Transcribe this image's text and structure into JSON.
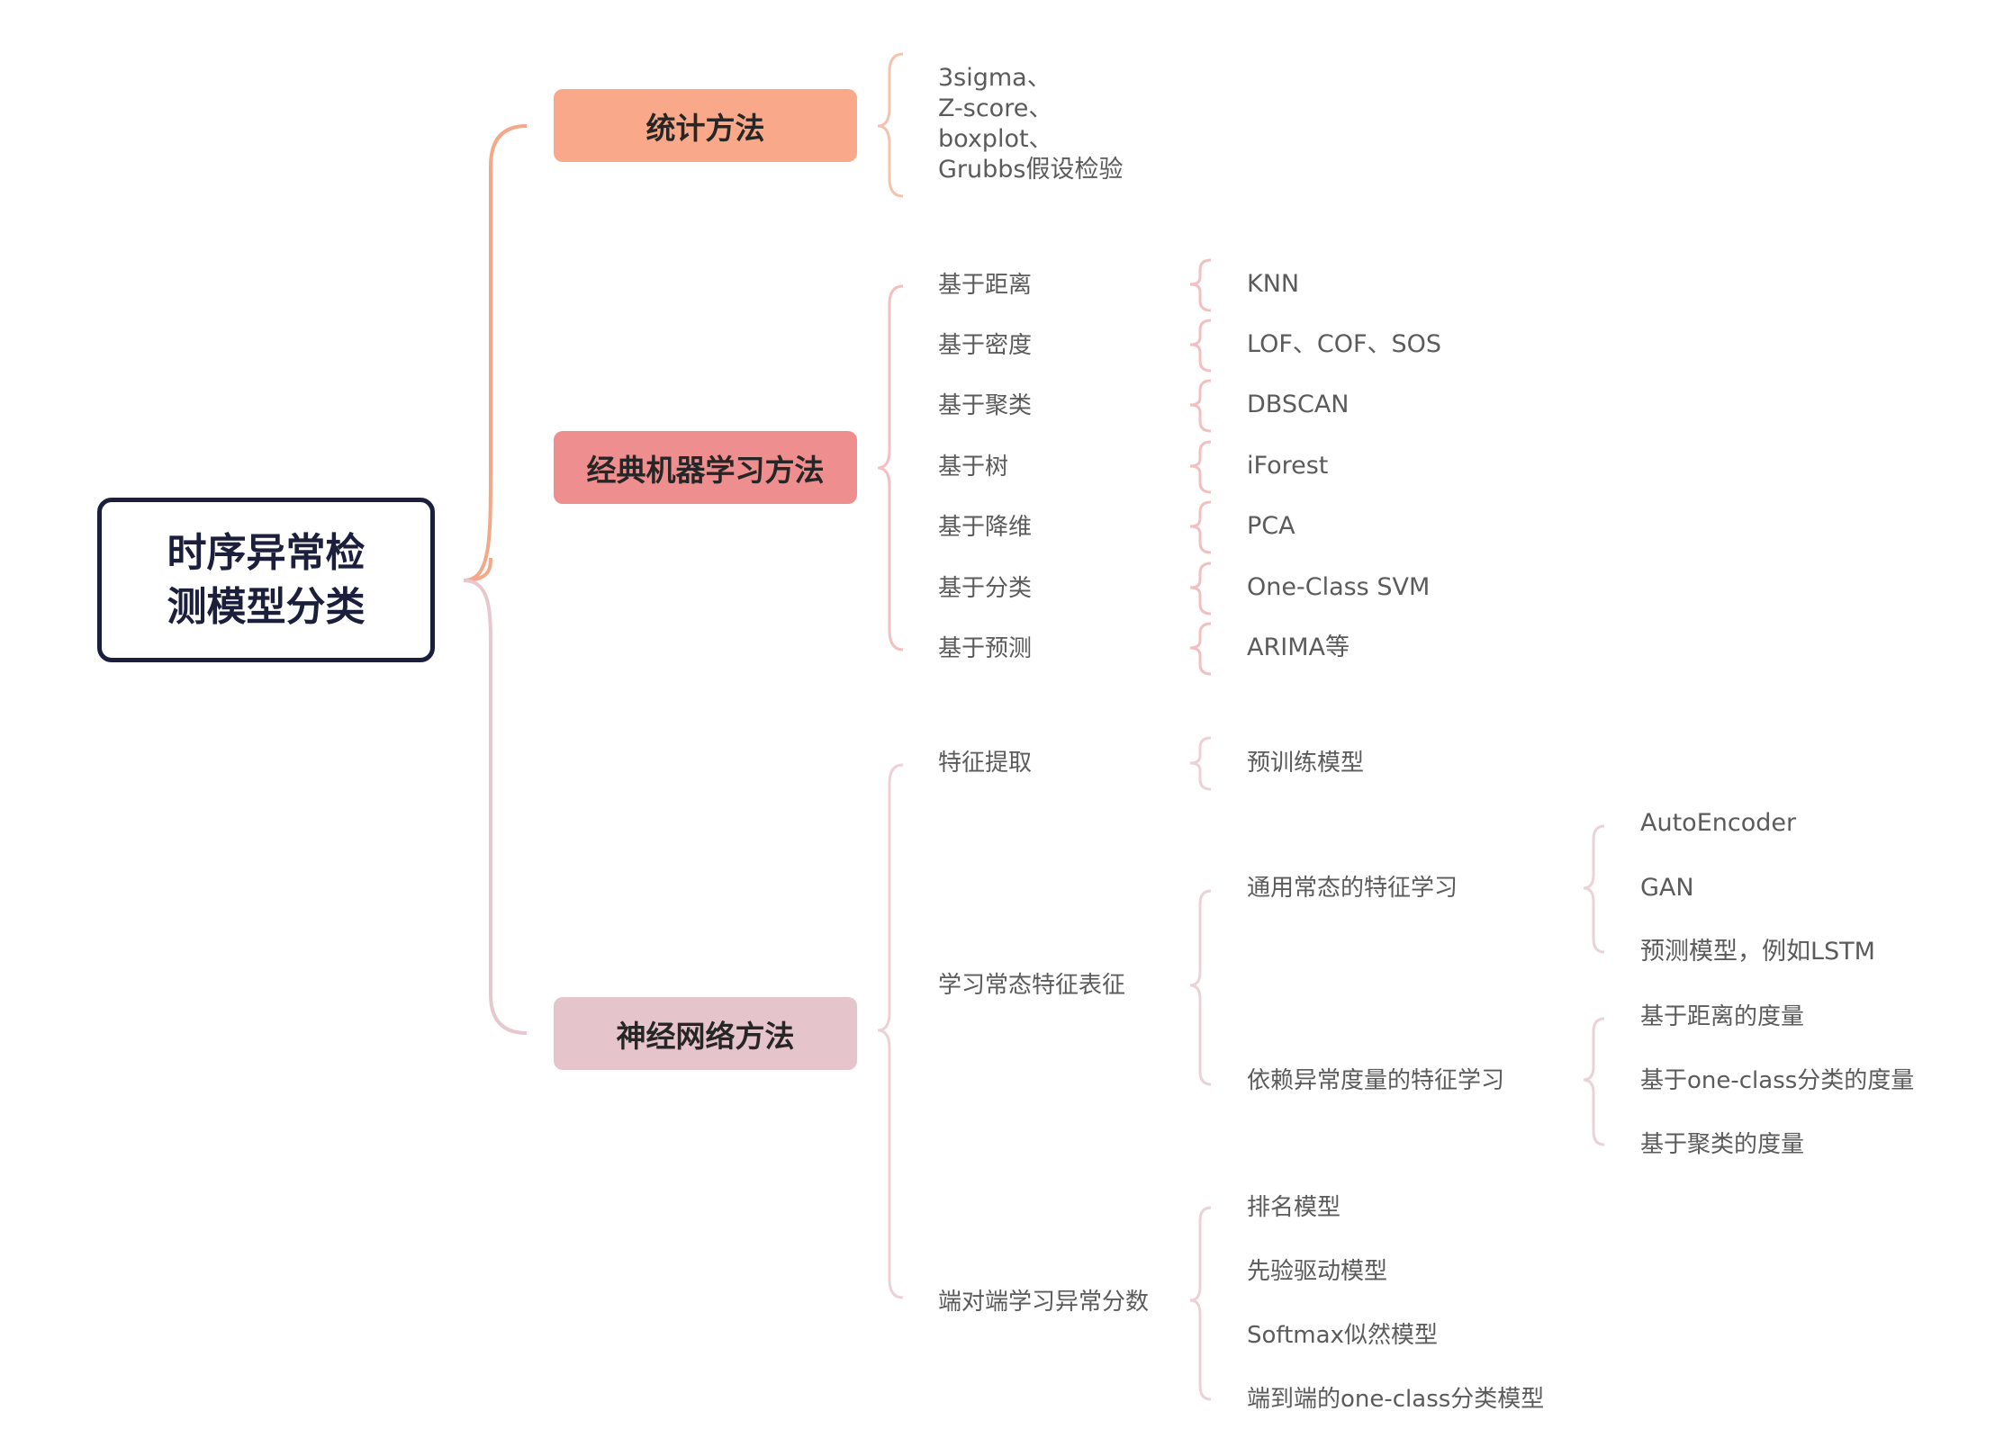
{
  "root": {
    "title_line1": "时序异常检",
    "title_line2": "测模型分类"
  },
  "categories": {
    "stat": {
      "label": "统计方法",
      "color": "#f9a98a",
      "branch_color": "#f4a889",
      "items": [
        "3sigma、",
        "Z-score、",
        "boxplot、",
        "Grubbs假设检验"
      ]
    },
    "ml": {
      "label": "经典机器学习方法",
      "color": "#ee8e8e",
      "branch_color": "#f2b8b8",
      "groups": [
        {
          "name": "基于距离",
          "method": "KNN"
        },
        {
          "name": "基于密度",
          "method": "LOF、COF、SOS"
        },
        {
          "name": "基于聚类",
          "method": "DBSCAN"
        },
        {
          "name": "基于树",
          "method": "iForest"
        },
        {
          "name": "基于降维",
          "method": "PCA"
        },
        {
          "name": "基于分类",
          "method": "One-Class SVM"
        },
        {
          "name": "基于预测",
          "method": "ARIMA等"
        }
      ]
    },
    "nn": {
      "label": "神经网络方法",
      "color": "#e6c4cb",
      "branch_color": "#e8c8cf",
      "feature": {
        "name": "特征提取",
        "child": "预训练模型"
      },
      "normal": {
        "name": "学习常态特征表征",
        "general": {
          "name": "通用常态的特征学习",
          "items": [
            "AutoEncoder",
            "GAN",
            "预测模型，例如LSTM"
          ]
        },
        "dependent": {
          "name": "依赖异常度量的特征学习",
          "items": [
            "基于距离的度量",
            "基于one-class分类的度量",
            "基于聚类的度量"
          ]
        }
      },
      "e2e": {
        "name": "端对端学习异常分数",
        "items": [
          "排名模型",
          "先验驱动模型",
          "Softmax似然模型",
          "端到端的one-class分类模型"
        ]
      }
    }
  }
}
